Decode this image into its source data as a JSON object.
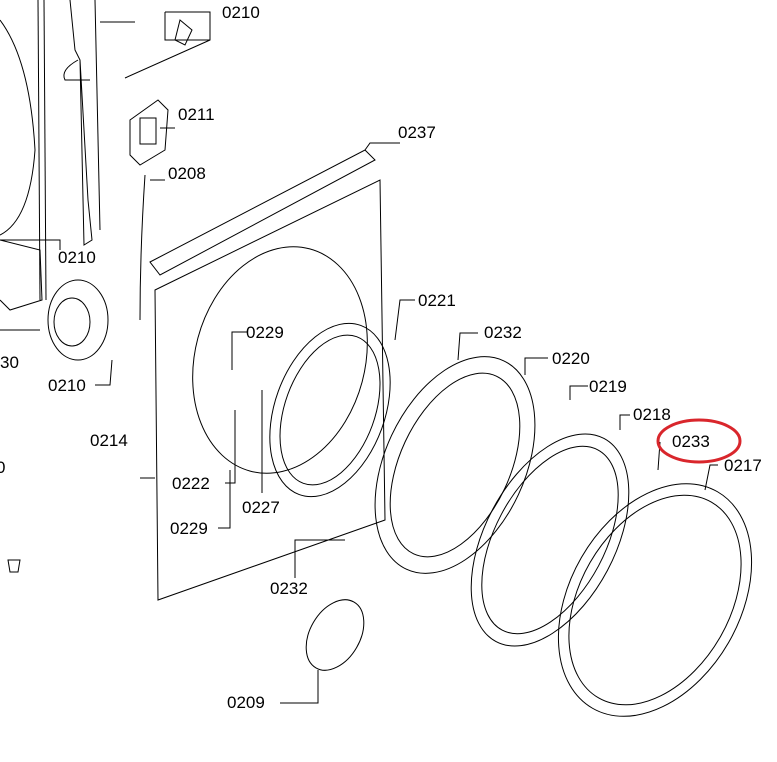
{
  "diagram": {
    "labels": {
      "p0210_top": "0210",
      "p0211": "0211",
      "p0208": "0208",
      "p0237": "0237",
      "p0210_left": "0210",
      "p30": "30",
      "p0210_bottom": "0210",
      "p0221": "0221",
      "p0232_top": "0232",
      "p0229_top": "0229",
      "p0220": "0220",
      "p0219": "0219",
      "p0218": "0218",
      "p0233": "0233",
      "p0217": "0217",
      "p0214": "0214",
      "p0222": "0222",
      "p0227": "0227",
      "p0229_bottom": "0229",
      "p0232_bottom": "0232",
      "p0209": "0209",
      "p0_edge": "0"
    },
    "highlight_color": "#d9262c"
  }
}
